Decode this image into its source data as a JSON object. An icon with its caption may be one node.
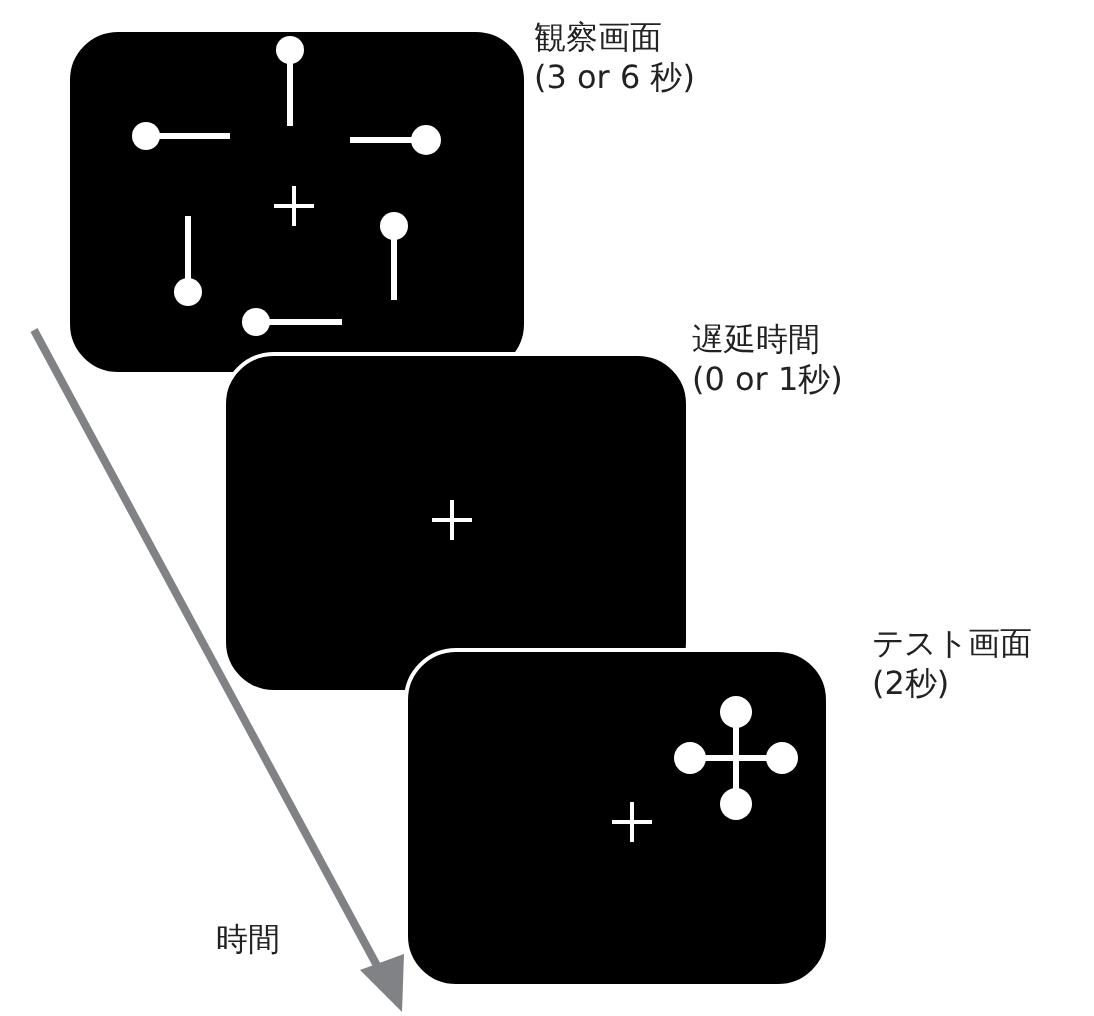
{
  "diagram": {
    "nodes": [
      {
        "text": [
          "観察画面"
        ],
        "beside": [
          "(3 or 6 秒)"
        ]
      },
      {
        "text": [
          "遅延時間"
        ],
        "beside": [
          "(0 or 1秒)"
        ]
      },
      {
        "text": [
          "テスト画面"
        ],
        "beside": [
          "(2秒)"
        ]
      }
    ],
    "labels": [
      "時間"
    ]
  }
}
